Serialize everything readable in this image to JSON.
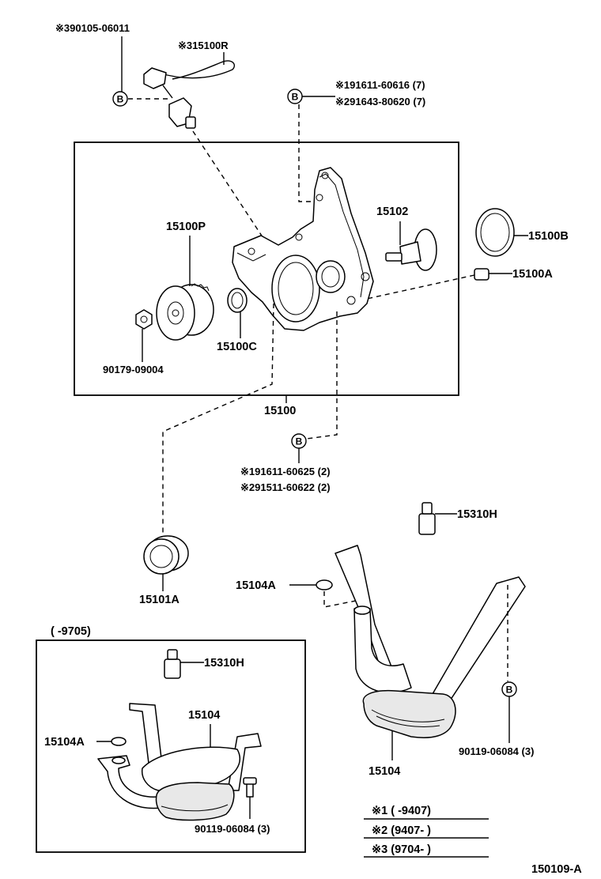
{
  "labels": {
    "sensor_pn": "※390105-06011",
    "sensor_sub": "※315100R",
    "bolts_top_1": "※191611-60616 (7)",
    "bolts_top_2": "※291643-80620 (7)",
    "p15102": "15102",
    "p15100B": "15100B",
    "p15100A": "15100A",
    "p15100P": "15100P",
    "p15100C": "15100C",
    "nut": "90179-09004",
    "assembly": "15100",
    "bolts_low_1": "※191611-60625 (2)",
    "bolts_low_2": "※291511-60622 (2)",
    "p15310H_main": "15310H",
    "p15101A": "15101A",
    "p15104A_main": "15104A",
    "inset_period": "(        -9705)",
    "p15310H_inset": "15310H",
    "p15104_inset": "15104",
    "p15104A_inset": "15104A",
    "bolt_inset": "90119-06084 (3)",
    "bolt_main": "90119-06084 (3)",
    "p15104_main": "15104",
    "footnote_1": "※1 (          -9407)",
    "footnote_2": "※2 (9407-          )",
    "footnote_3": "※3 (9704-          )",
    "figure_id": "150109-A"
  },
  "badge": "B"
}
